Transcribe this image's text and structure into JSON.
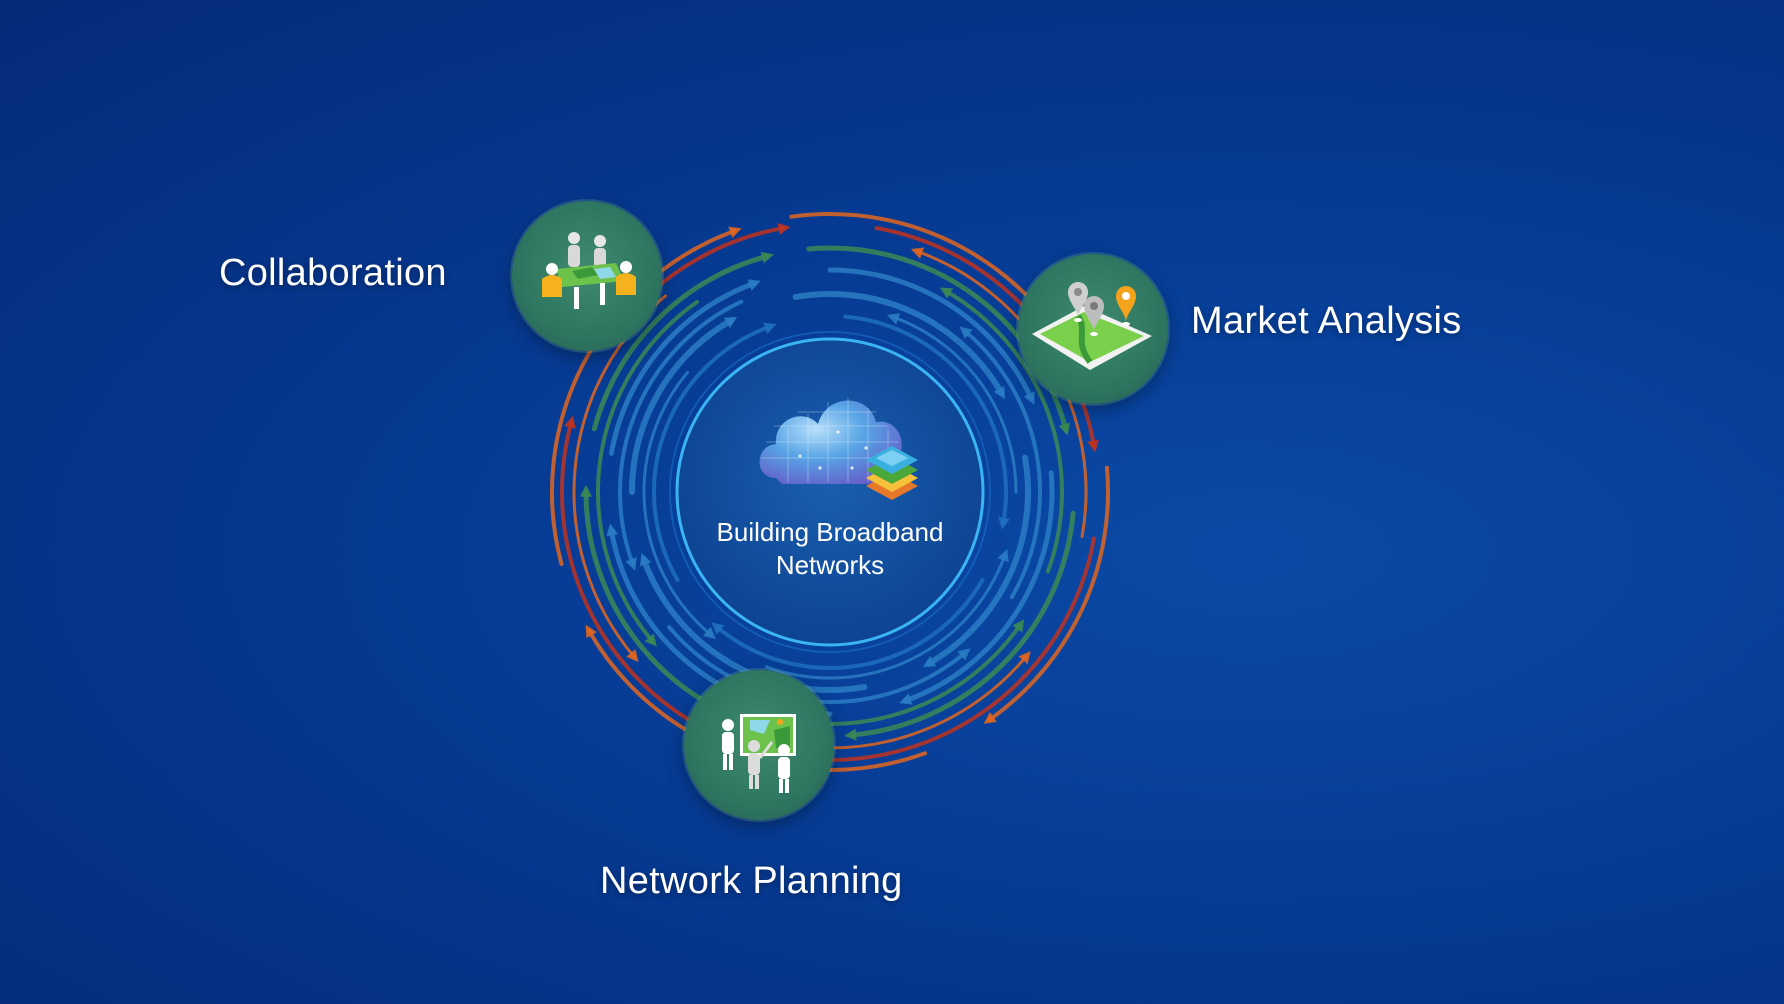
{
  "center": {
    "title_line1": "Building Broadband",
    "title_line2": "Networks",
    "icon": "cloud-layers-icon"
  },
  "nodes": [
    {
      "label": "Collaboration",
      "icon": "team-table-icon"
    },
    {
      "label": "Market Analysis",
      "icon": "map-pins-icon"
    },
    {
      "label": "Network Planning",
      "icon": "planning-board-icon"
    }
  ],
  "colors": {
    "background": "#063489",
    "ring_orange": "#e2661f",
    "ring_red": "#c0331f",
    "ring_green": "#3b8a55",
    "ring_blue": "#2a7cc4",
    "node_fill": "#2e7660",
    "center_border": "#3ab4f2"
  }
}
